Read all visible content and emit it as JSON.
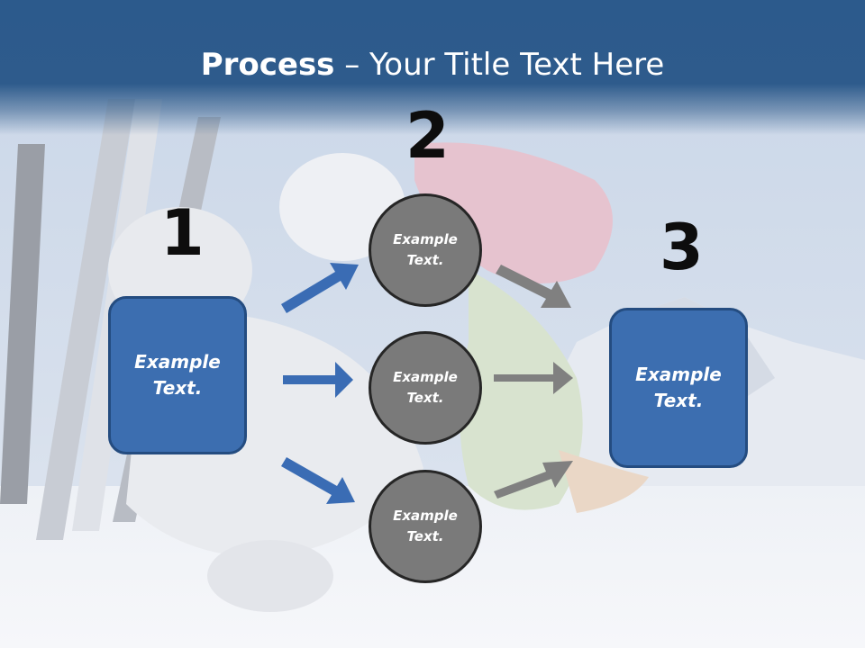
{
  "slide": {
    "title_bold": "Process",
    "title_rest": " – Your Title Text Here"
  },
  "steps": [
    {
      "number": "1",
      "box_text_line1": "Example",
      "box_text_line2": "Text."
    },
    {
      "number": "2"
    },
    {
      "number": "3",
      "box_text_line1": "Example",
      "box_text_line2": "Text."
    }
  ],
  "circles": [
    {
      "line1": "Example",
      "line2": "Text."
    },
    {
      "line1": "Example",
      "line2": "Text."
    },
    {
      "line1": "Example",
      "line2": "Text."
    }
  ],
  "colors": {
    "title_band": "#2c5a8c",
    "box_fill": "#3c6eb0",
    "circle_fill": "#7a7a7a",
    "blue_arrow": "#3a6cb4",
    "gray_arrow": "#808080"
  }
}
